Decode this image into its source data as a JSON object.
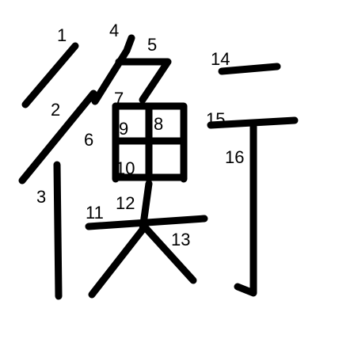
{
  "figure": {
    "character": "衡",
    "stroke_count": 16,
    "stroke_color": "#000000",
    "background": "#ffffff"
  },
  "labels": [
    "1",
    "2",
    "3",
    "4",
    "5",
    "6",
    "7",
    "8",
    "9",
    "10",
    "11",
    "12",
    "13",
    "14",
    "15",
    "16"
  ]
}
